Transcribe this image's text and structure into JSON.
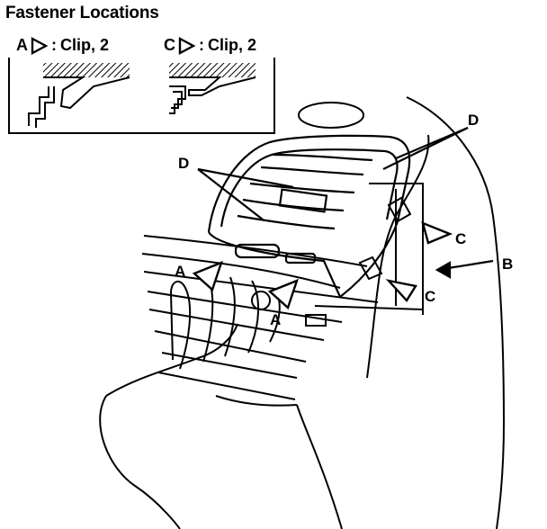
{
  "title": "Fastener Locations",
  "legend": [
    {
      "letter": "A",
      "separator": ":",
      "text": "Clip, 2"
    },
    {
      "letter": "C",
      "separator": ":",
      "text": "Clip, 2"
    }
  ],
  "callouts": {
    "a_left": "A",
    "a_bottom": "A",
    "b": "B",
    "c_upper": "C",
    "c_lower": "C",
    "d_upper_right": "D",
    "d_left": "D"
  }
}
